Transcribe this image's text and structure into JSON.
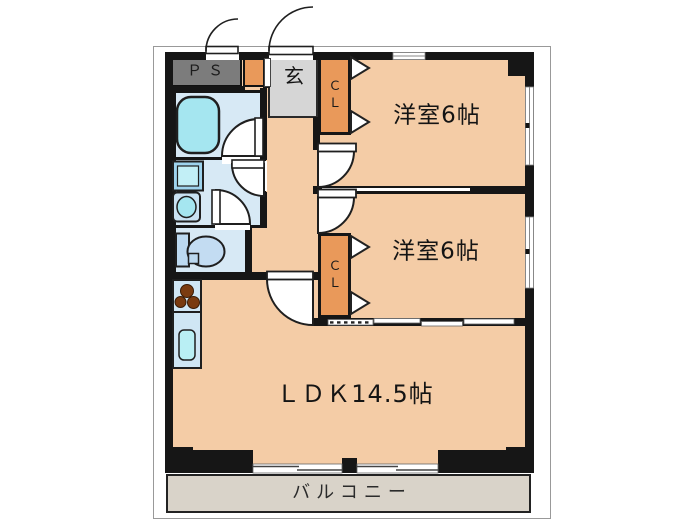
{
  "floor_plan": {
    "ps_label": "ＰＳ",
    "genkan_label": "玄",
    "closet1_label": "ＣＬ",
    "closet2_label": "ＣＬ",
    "bedroom1_label": "洋室6帖",
    "bedroom2_label": "洋室6帖",
    "ldk_label": "ＬＤＫ14.5帖",
    "balcony_label": "バルコニー",
    "colors": {
      "wall": "#161616",
      "floor_peach": "#F4CCA6",
      "closet_orange": "#E9995A",
      "ps_gray": "#7C7C7C",
      "genkan_gray": "#D6D6D6",
      "wet_area_blue": "#D7E9F5",
      "fixture_cyan": "#A5E6F0",
      "burner_brown": "#7A3B10",
      "balcony_gray": "#D9D3C9"
    }
  }
}
